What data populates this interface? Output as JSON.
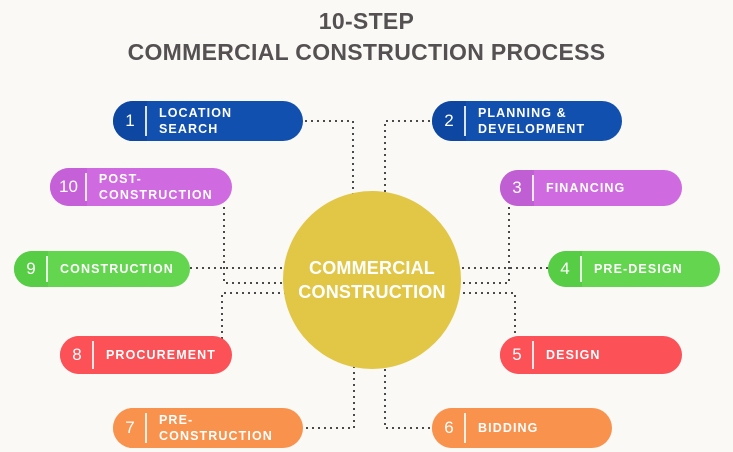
{
  "title": {
    "line1": "10-STEP",
    "line2": "COMMERCIAL CONSTRUCTION PROCESS",
    "color": "#555152"
  },
  "center": {
    "line1": "COMMERCIAL",
    "line2": "CONSTRUCTION",
    "color": "#e2c646",
    "text_color": "#ffffff"
  },
  "background_color": "#faf9f6",
  "connector": {
    "style": "dotted",
    "color": "#4a4a4a"
  },
  "steps": [
    {
      "number": "1",
      "label_line1": "LOCATION",
      "label_line2": "SEARCH",
      "color": "#1250b0",
      "number_color": "#0d47a1"
    },
    {
      "number": "2",
      "label_line1": "PLANNING &",
      "label_line2": "DEVELOPMENT",
      "color": "#1250b0",
      "number_color": "#0d47a1"
    },
    {
      "number": "3",
      "label_line1": "FINANCING",
      "label_line2": "",
      "color": "#cf6ae0",
      "number_color": "#c05ed4"
    },
    {
      "number": "4",
      "label_line1": "PRE-DESIGN",
      "label_line2": "",
      "color": "#63d54f",
      "number_color": "#57cc45"
    },
    {
      "number": "5",
      "label_line1": "DESIGN",
      "label_line2": "",
      "color": "#fb5157",
      "number_color": "#fb5157"
    },
    {
      "number": "6",
      "label_line1": "BIDDING",
      "label_line2": "",
      "color": "#f9924d",
      "number_color": "#f9924d"
    },
    {
      "number": "7",
      "label_line1": "PRE-",
      "label_line2": "CONSTRUCTION",
      "color": "#f9924d",
      "number_color": "#f9924d"
    },
    {
      "number": "8",
      "label_line1": "PROCUREMENT",
      "label_line2": "",
      "color": "#fb5157",
      "number_color": "#fb5157"
    },
    {
      "number": "9",
      "label_line1": "CONSTRUCTION",
      "label_line2": "",
      "color": "#63d54f",
      "number_color": "#57cc45"
    },
    {
      "number": "10",
      "label_line1": "POST-",
      "label_line2": "CONSTRUCTION",
      "color": "#cf6ae0",
      "number_color": "#c560d8"
    }
  ]
}
